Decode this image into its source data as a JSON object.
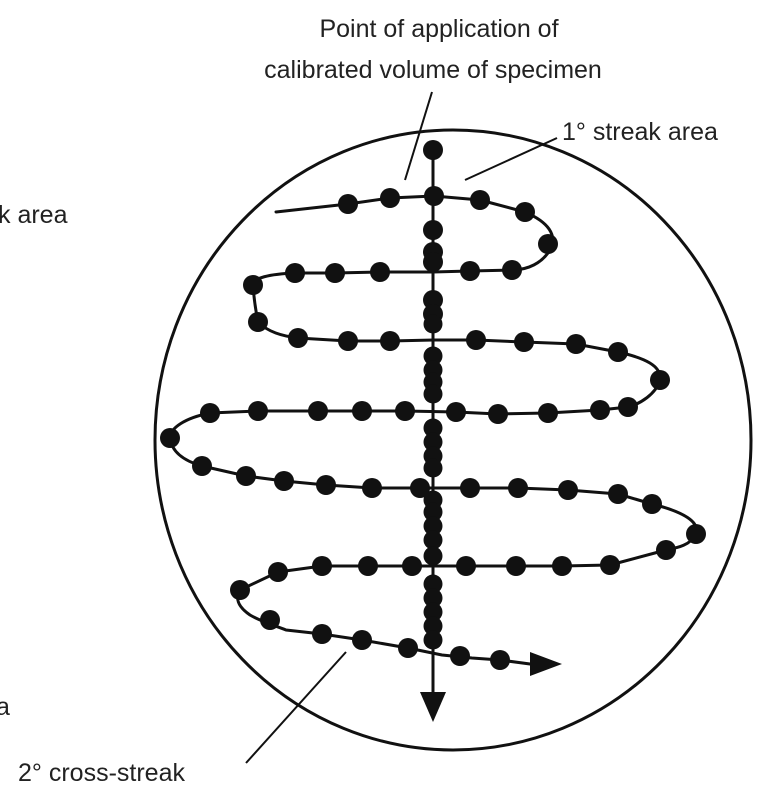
{
  "labels": {
    "application_line1": "Point of application of",
    "application_line2": "calibrated volume of specimen",
    "primary_streak": "1° streak area",
    "secondary_cross_streak": "2° cross-streak",
    "left_partial_1": "k area",
    "left_partial_2": "a"
  },
  "colors": {
    "ink": "#111111",
    "background": "#ffffff"
  }
}
